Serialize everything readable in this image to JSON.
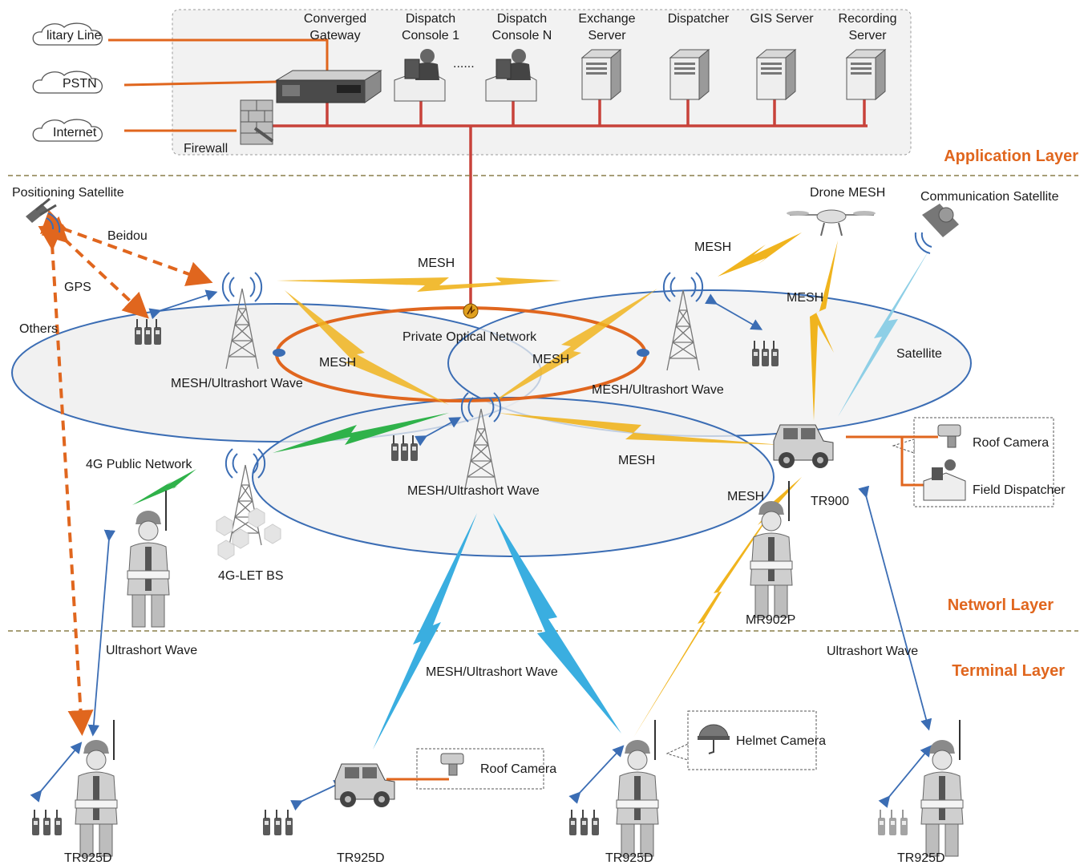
{
  "colors": {
    "layer_title": "#e0661e",
    "backbone": "#c8423a",
    "orange_link": "#e0661e",
    "mesh_bolt": "#f0b41e",
    "sat_bolt": "#8ecfe6",
    "uw_bolt": "#3aaee0",
    "green_bolt": "#2fb24a",
    "blue_arrow": "#3b6db4",
    "ellipse_fill": "#f2f2f2",
    "ellipse_stroke": "#3b6db4",
    "panel_fill": "#f2f2f2"
  },
  "layers": {
    "application": "Application Layer",
    "network": "Networl Layer",
    "terminal": "Terminal Layer"
  },
  "external_links": [
    "litary Line",
    "PSTN",
    "Internet"
  ],
  "app_nodes": {
    "firewall": "Firewall",
    "converged_gateway_1": "Converged",
    "converged_gateway_2": "Gateway",
    "dispatch1_1": "Dispatch",
    "dispatch1_2": "Console 1",
    "ellipsis": "......",
    "dispatchN_1": "Dispatch",
    "dispatchN_2": "Console N",
    "exchange_1": "Exchange",
    "exchange_2": "Server",
    "dispatcher": "Dispatcher",
    "gis": "GIS Server",
    "recording_1": "Recording",
    "recording_2": "Server"
  },
  "network": {
    "positioning_satellite": "Positioning Satellite",
    "beidou": "Beidou",
    "gps": "GPS",
    "others": "Others",
    "mesh_top": "MESH",
    "private_optical": "Private Optical Network",
    "mesh_left": "MESH",
    "mesh_center": "MESH",
    "mesh_drone": "MESH",
    "mesh_right": "MESH",
    "drone_mesh": "Drone MESH",
    "comm_satellite": "Communication Satellite",
    "satellite": "Satellite",
    "tower_left": "MESH/Ultrashort Wave",
    "tower_right": "MESH/Ultrashort Wave",
    "tower_center": "MESH/Ultrashort Wave",
    "mesh_lower": "MESH",
    "mesh_tr900": "MESH",
    "public_4g": "4G Public Network",
    "lte_bs": "4G-LET BS",
    "tr900": "TR900",
    "roof_camera_top": "Roof Camera",
    "field_dispatcher": "Field Dispatcher",
    "mr902p": "MR902P"
  },
  "terminal": {
    "uw_left": "Ultrashort Wave",
    "uw_center": "MESH/Ultrashort Wave",
    "uw_right": "Ultrashort Wave",
    "roof_camera_bottom": "Roof Camera",
    "helmet_camera": "Helmet Camera",
    "tr925d_1": "TR925D",
    "tr925d_2": "TR925D",
    "tr925d_3": "TR925D",
    "tr925d_4": "TR925D"
  }
}
